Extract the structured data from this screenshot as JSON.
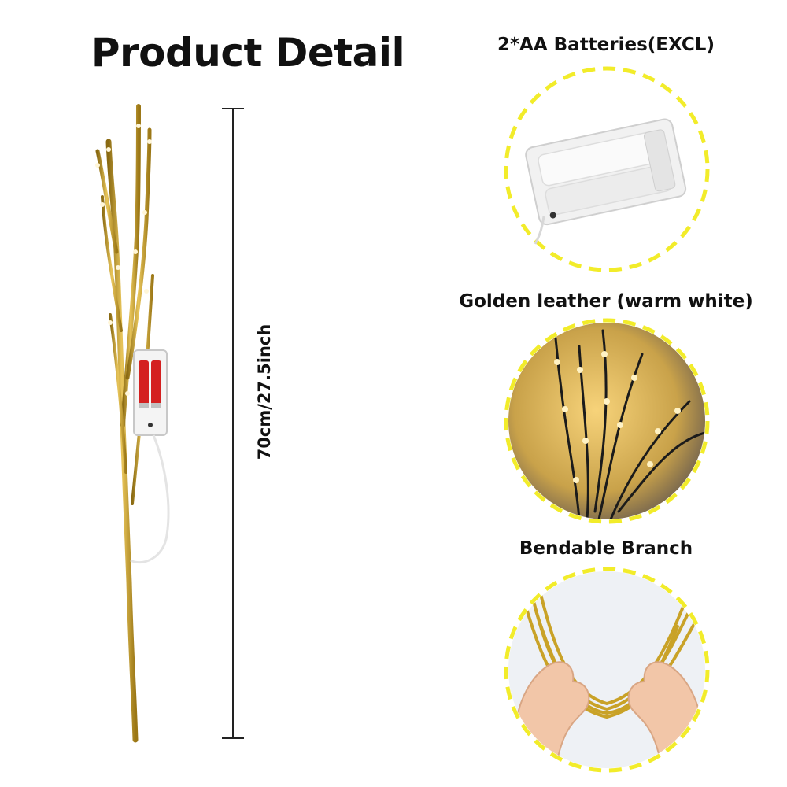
{
  "page": {
    "title": "Product Detail",
    "dimension_label": "70cm/27.5inch"
  },
  "features": [
    {
      "label": "2*AA Batteries(EXCL)",
      "image": "battery-box-icon"
    },
    {
      "label": "Golden leather (warm white)",
      "image": "lit-branches-icon"
    },
    {
      "label": "Bendable Branch",
      "image": "hands-bending-branch-icon"
    }
  ],
  "colors": {
    "circle_border": "#f2ec2a",
    "branch_gold": "#c9a227",
    "glow": "#f7d37a",
    "battery_red": "#d42020"
  }
}
